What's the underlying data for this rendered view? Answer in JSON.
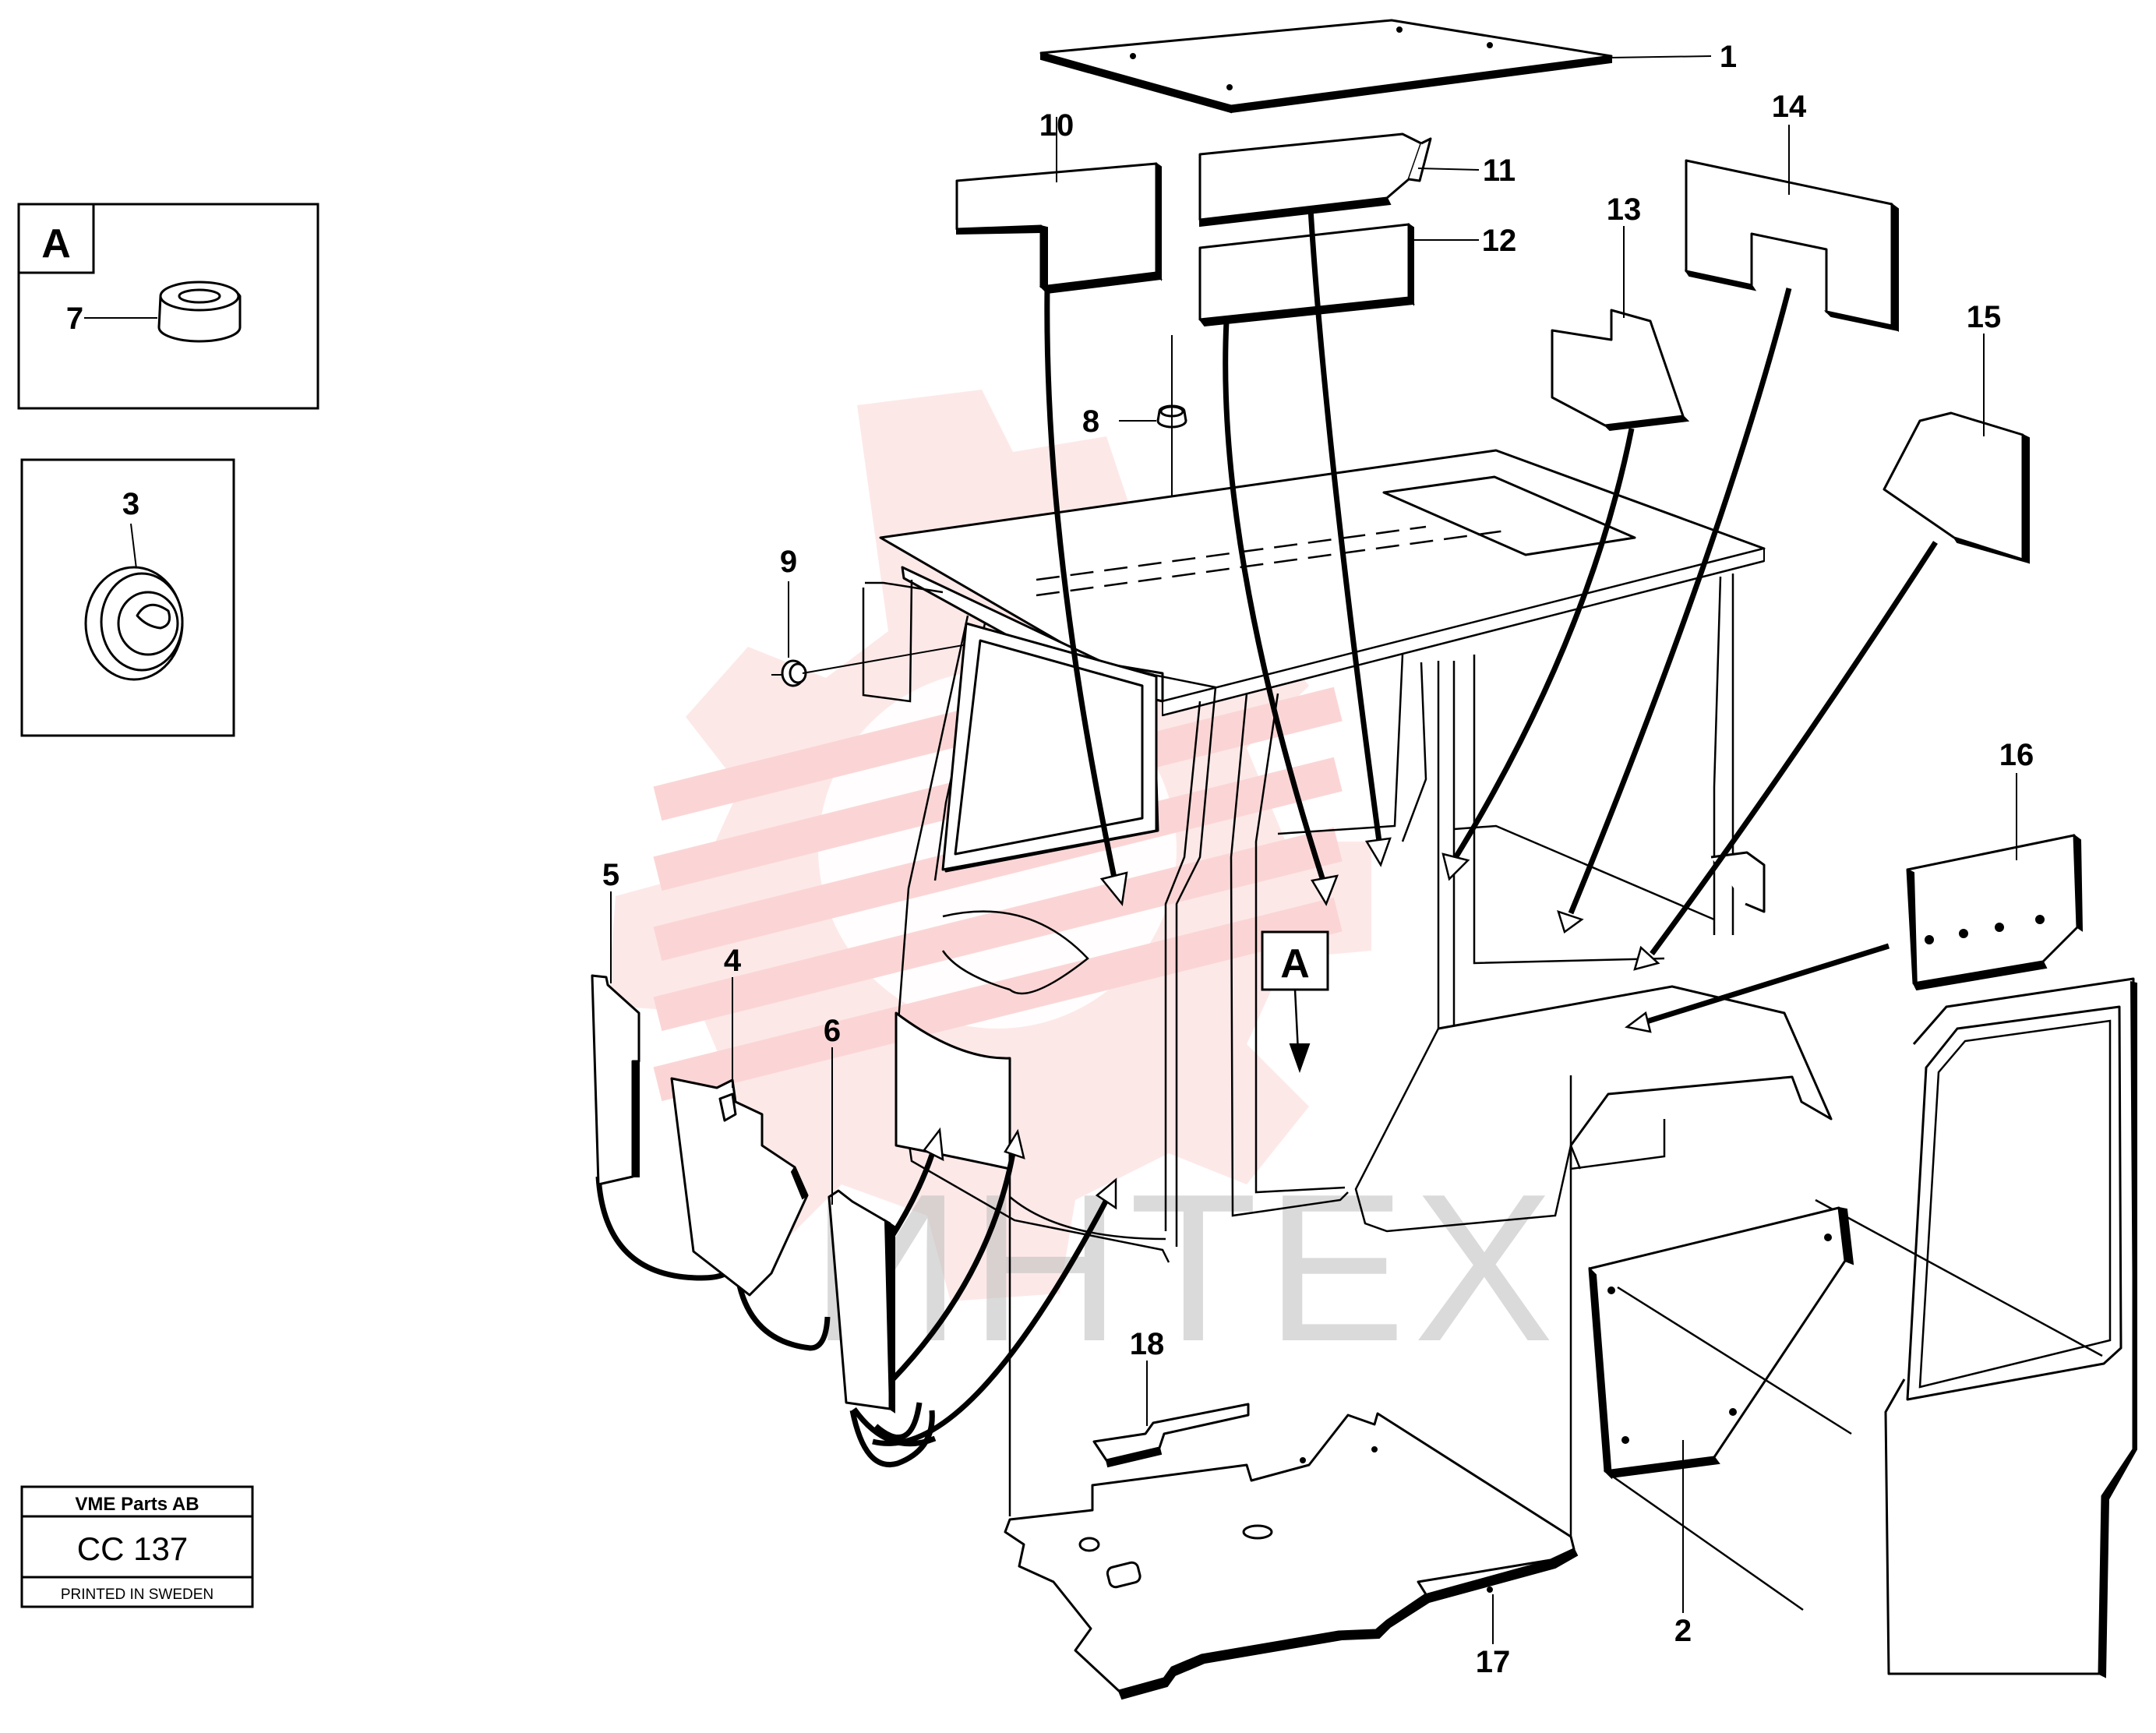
{
  "callouts": {
    "n1": "1",
    "n2": "2",
    "n3": "3",
    "n4": "4",
    "n5": "5",
    "n6": "6",
    "n7": "7",
    "n8": "8",
    "n9": "9",
    "n10": "10",
    "n11": "11",
    "n12": "12",
    "n13": "13",
    "n14": "14",
    "n15": "15",
    "n16": "16",
    "n17": "17",
    "n18": "18"
  },
  "detail_ref": "A",
  "title_block": {
    "company": "VME Parts AB",
    "code": "CC 137",
    "printed": "PRINTED IN SWEDEN"
  },
  "watermark": {
    "text": "ИНТЕХ",
    "color": "#f26a6a"
  }
}
